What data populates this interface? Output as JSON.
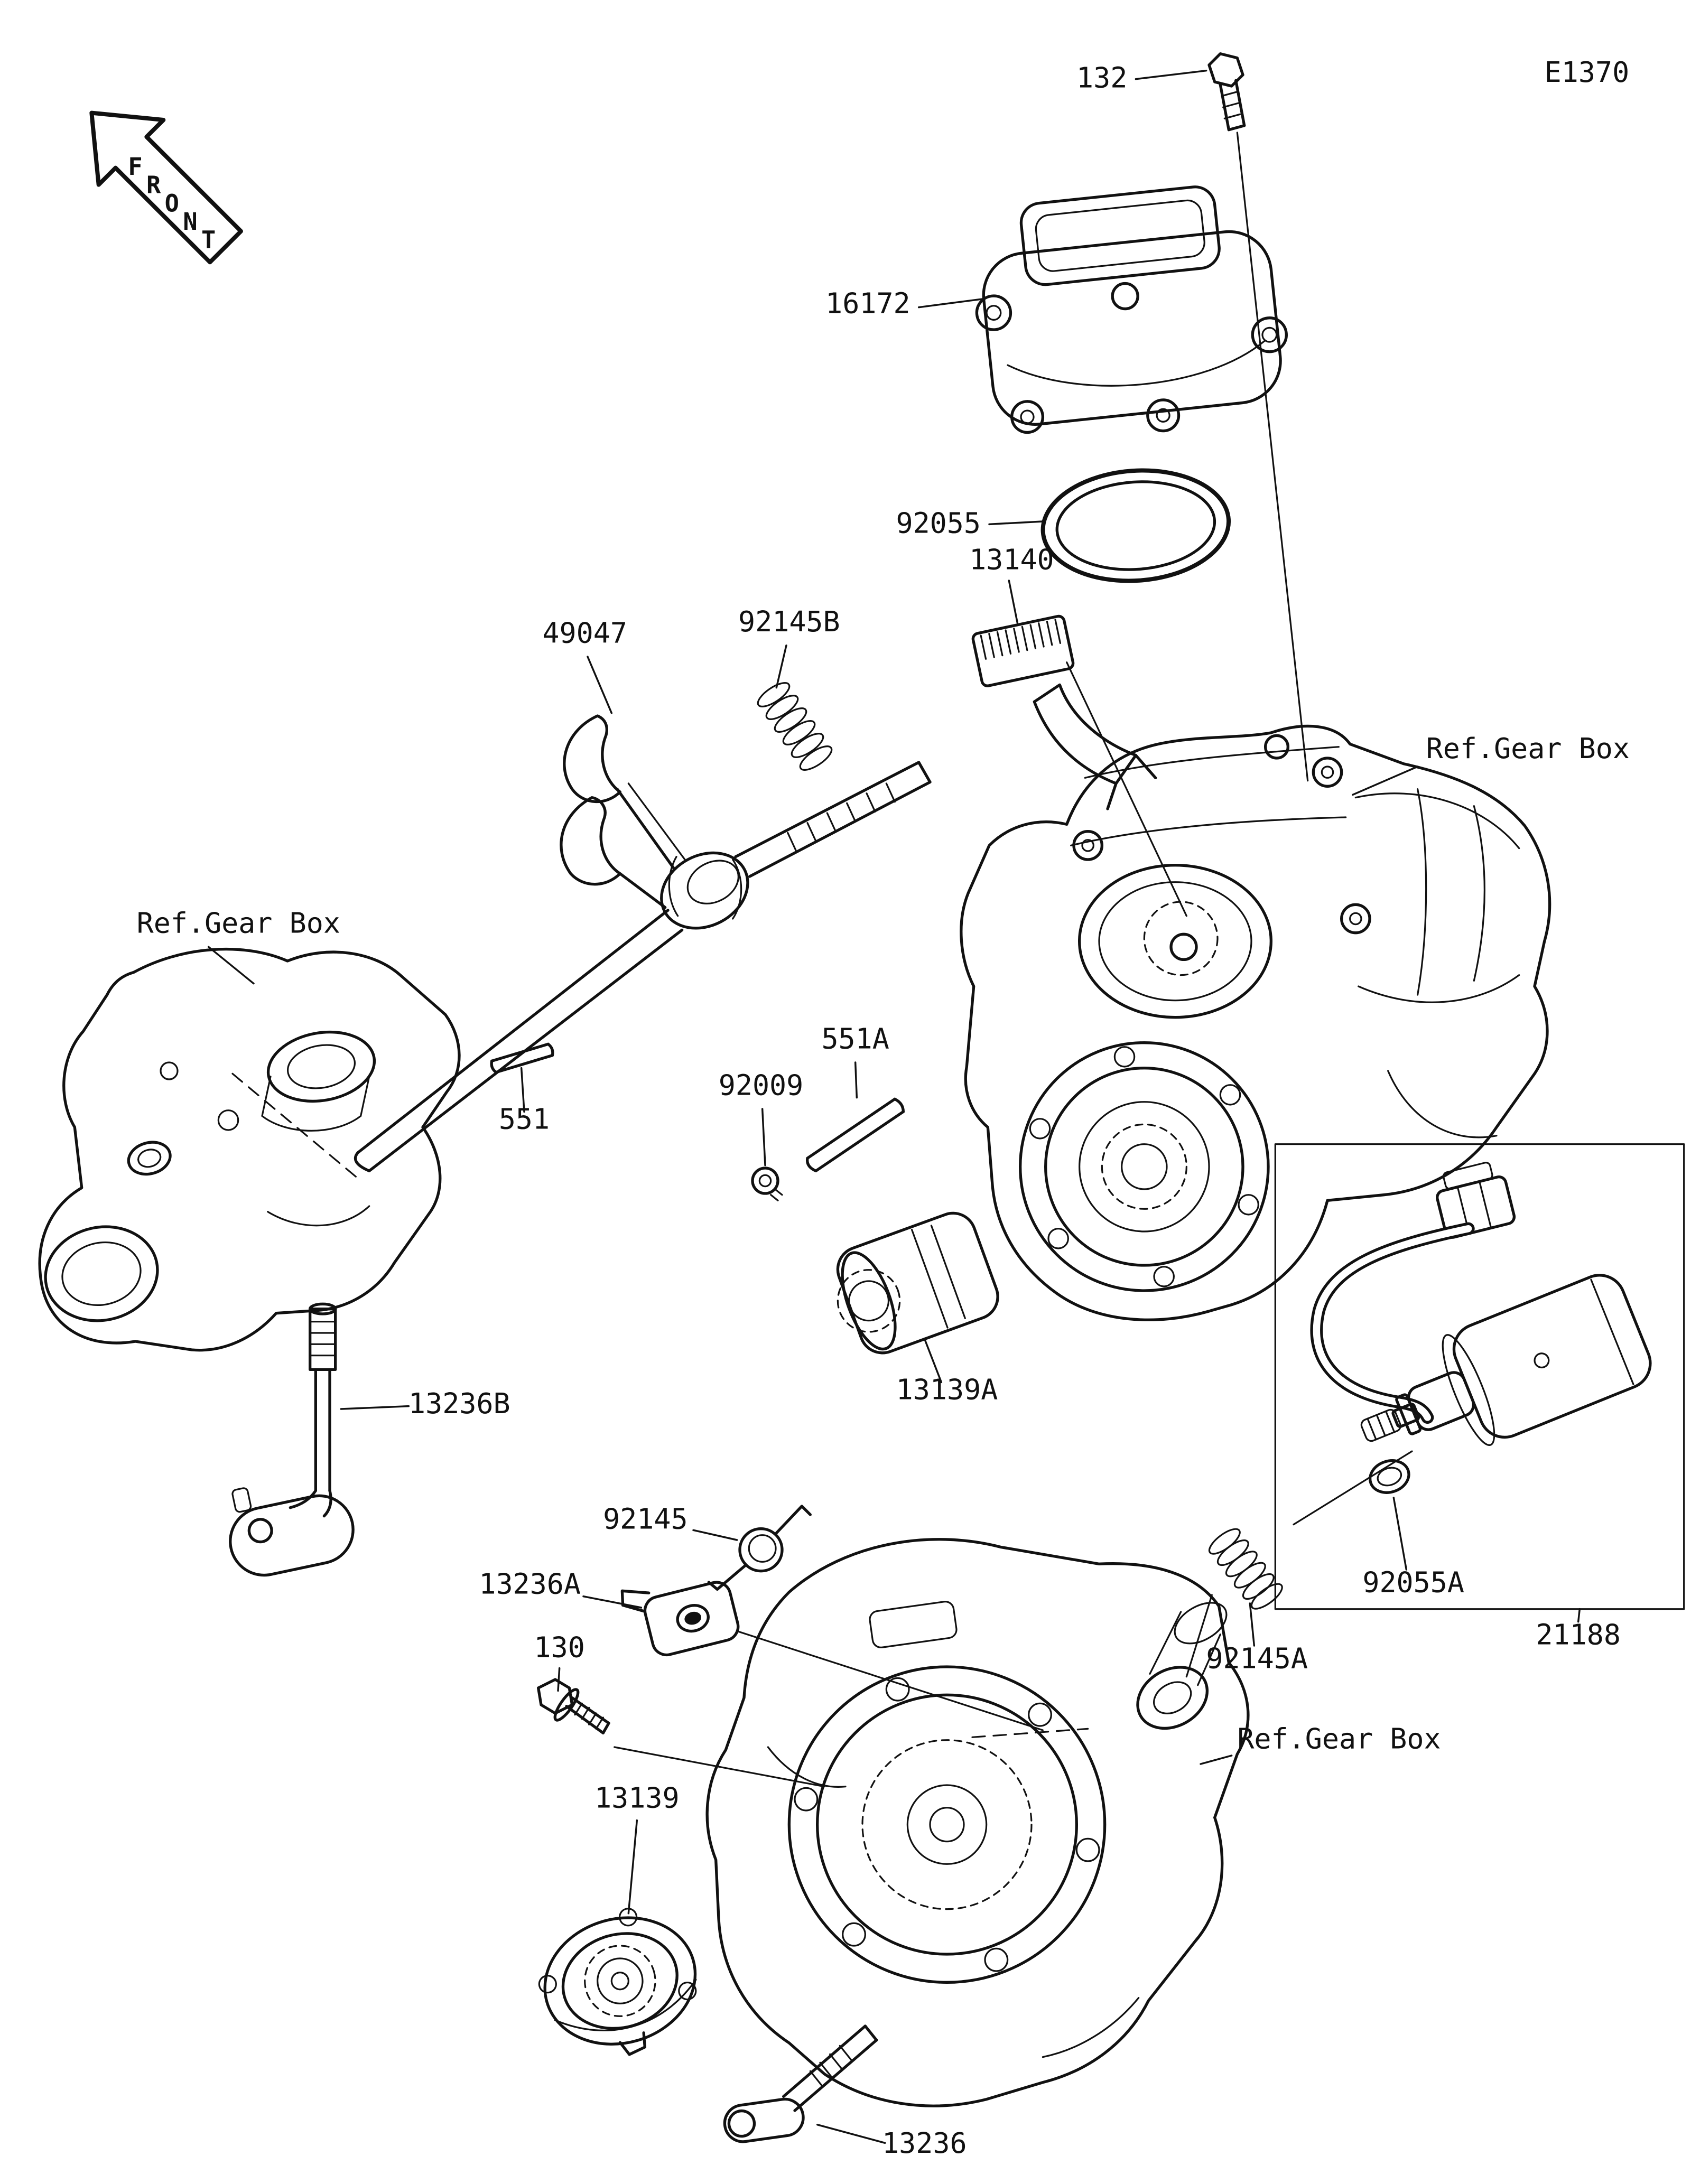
{
  "page": {
    "background": "#ffffff",
    "line_color": "#111111"
  },
  "header": {
    "diagram_code": "E1370"
  },
  "front_marker": {
    "word": "FRONT",
    "letters": [
      "F",
      "R",
      "O",
      "N",
      "T"
    ]
  },
  "part_labels": {
    "132": "132",
    "16172": "16172",
    "92055": "92055",
    "13140": "13140",
    "49047": "49047",
    "92145B": "92145B",
    "551": "551",
    "551A": "551A",
    "92009": "92009",
    "13139A": "13139A",
    "13236B": "13236B",
    "92145": "92145",
    "13236A": "13236A",
    "130": "130",
    "13139": "13139",
    "13236": "13236",
    "92145A": "92145A",
    "92055A": "92055A",
    "21188": "21188"
  },
  "ref_labels": {
    "right": "Ref.Gear Box",
    "left": "Ref.Gear Box",
    "bottom": "Ref.Gear Box"
  }
}
